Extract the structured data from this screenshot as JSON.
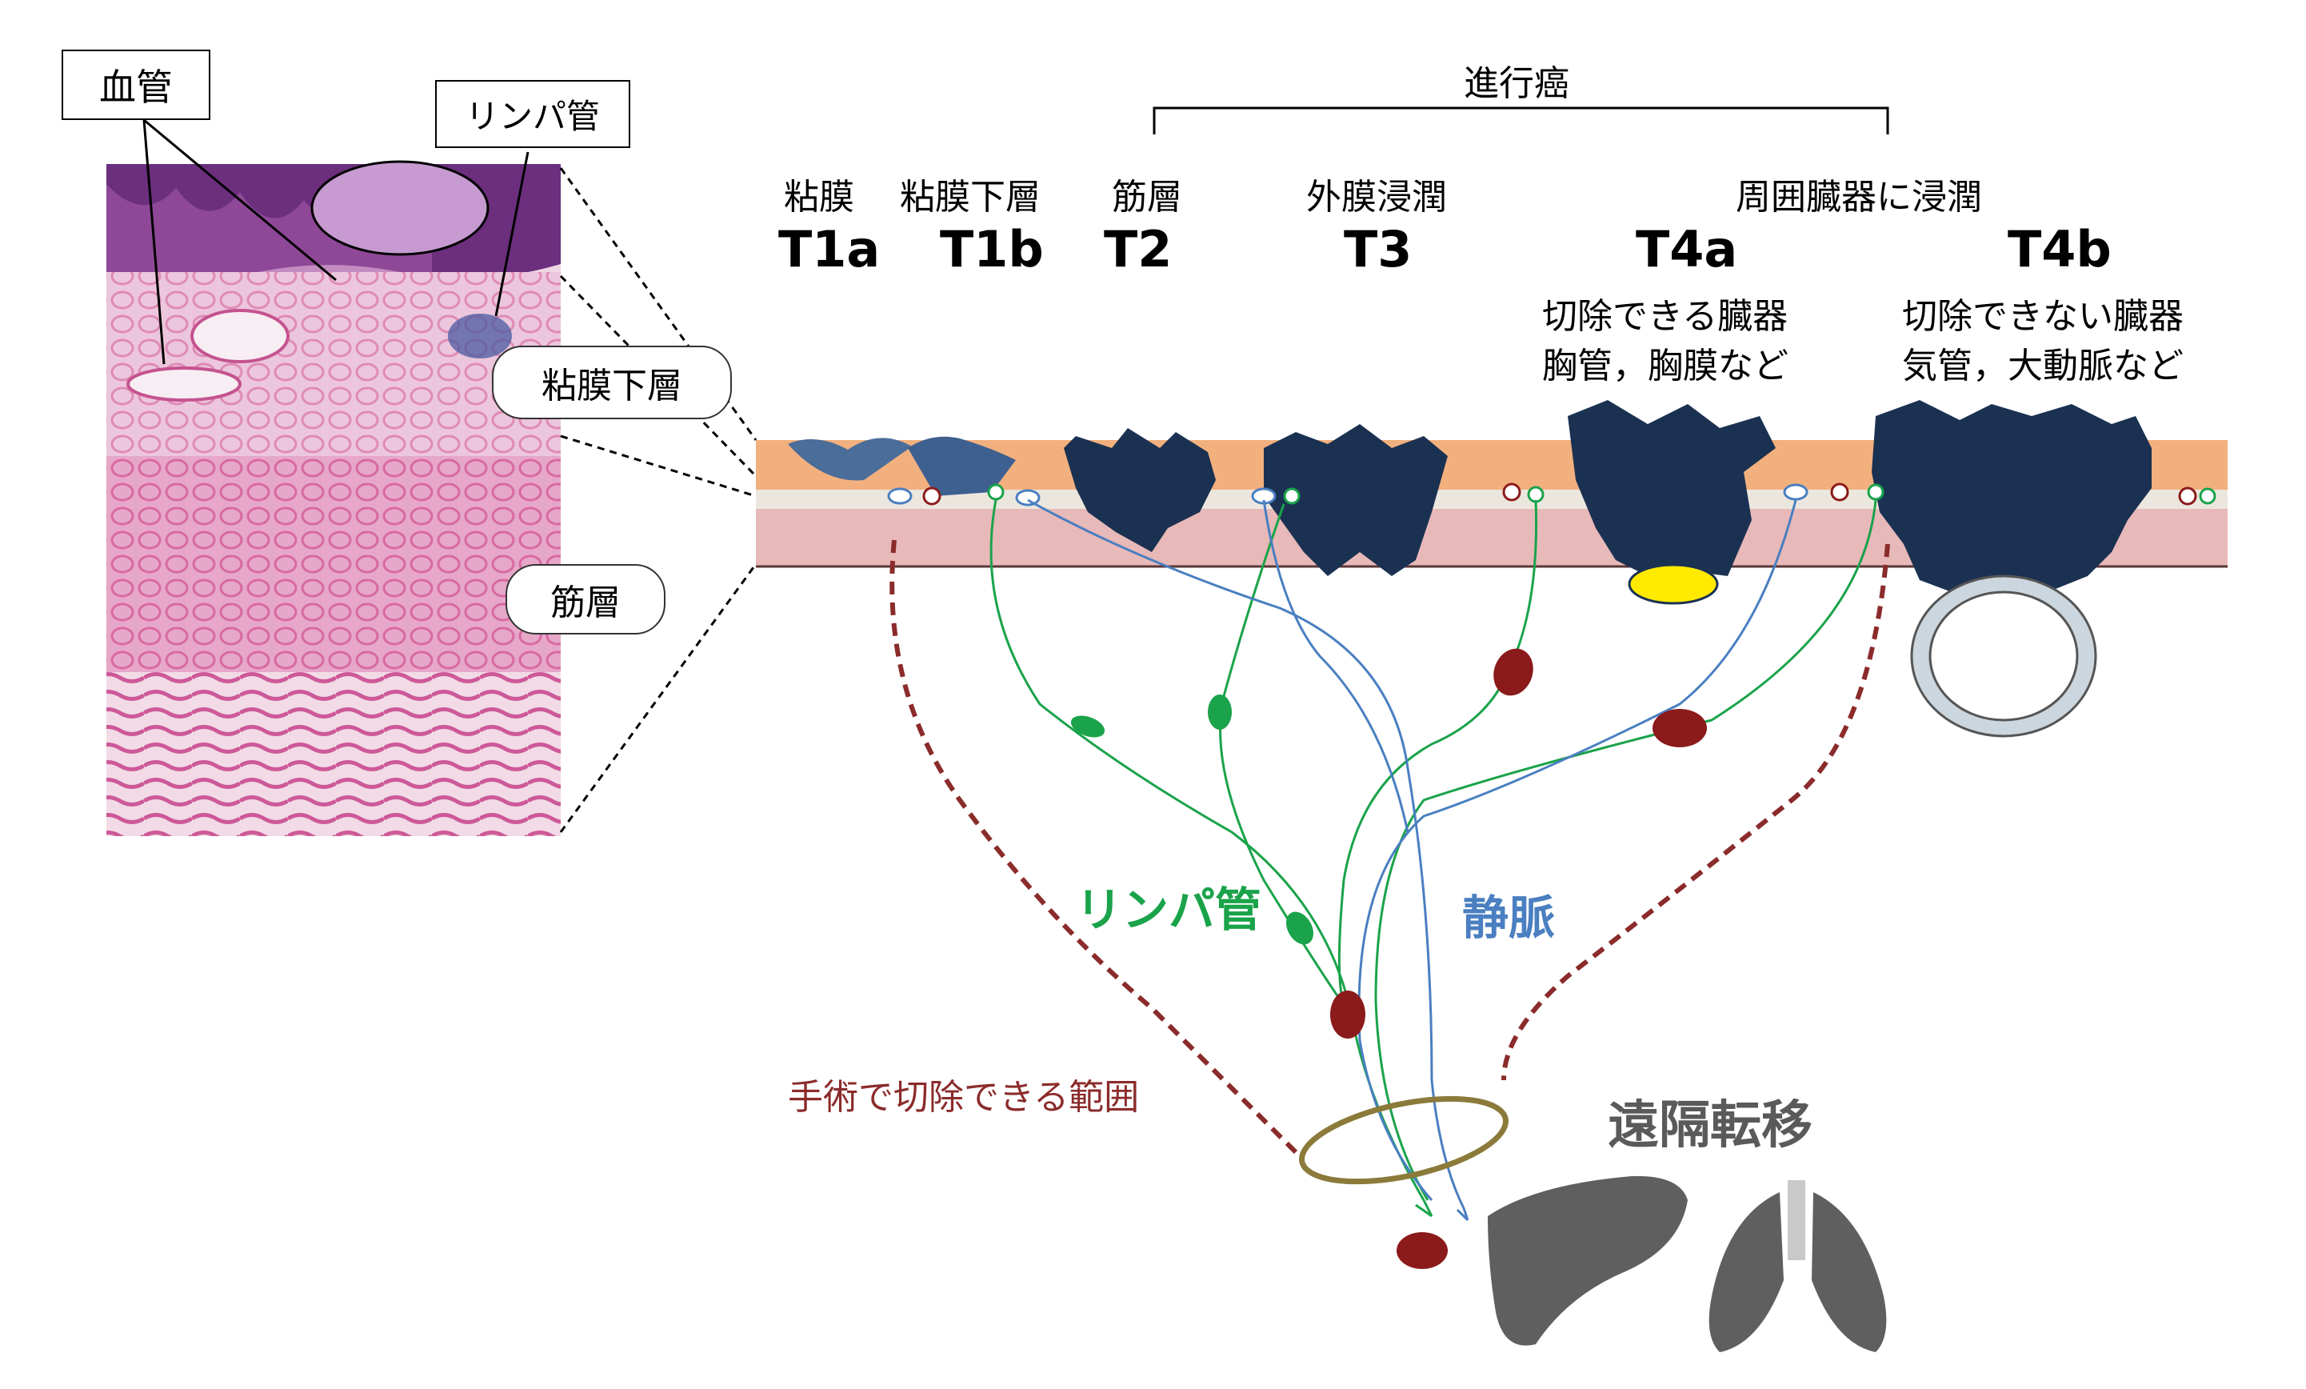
{
  "histology": {
    "vessel_label": "血管",
    "lymph_label": "リンパ管",
    "submucosa_label": "粘膜下層",
    "muscle_label": "筋層"
  },
  "header": {
    "advanced_cancer": "進行癌"
  },
  "layers": [
    {
      "name": "粘膜",
      "code": "T1a"
    },
    {
      "name": "粘膜下層",
      "code": "T1b"
    },
    {
      "name": "筋層",
      "code": "T2"
    },
    {
      "name": "外膜浸潤",
      "code": "T3"
    },
    {
      "name": "",
      "code": "T4a"
    },
    {
      "name": "",
      "code": "T4b"
    }
  ],
  "surrounding_invasion": "周囲臓器に浸潤",
  "t4a_note": {
    "line1": "切除できる臓器",
    "line2": "胸管，胸膜など"
  },
  "t4b_note": {
    "line1": "切除できない臓器",
    "line2": "気管，大動脈など"
  },
  "labels": {
    "lymph_vessel": "リンパ管",
    "vein": "静脈",
    "resectable_range": "手術で切除できる範囲",
    "distant_metastasis": "遠隔転移"
  },
  "colors": {
    "lymph": "#1aa34a",
    "vein": "#4a7fc1",
    "tumor": "#1b3152",
    "mucosa": "#f2b07e",
    "muscle": "#e8b9b9",
    "node": "#8b1a1a",
    "resect_line": "#8b2b2b",
    "organ": "#5f5f5f",
    "ring": "#8b7a3a"
  }
}
